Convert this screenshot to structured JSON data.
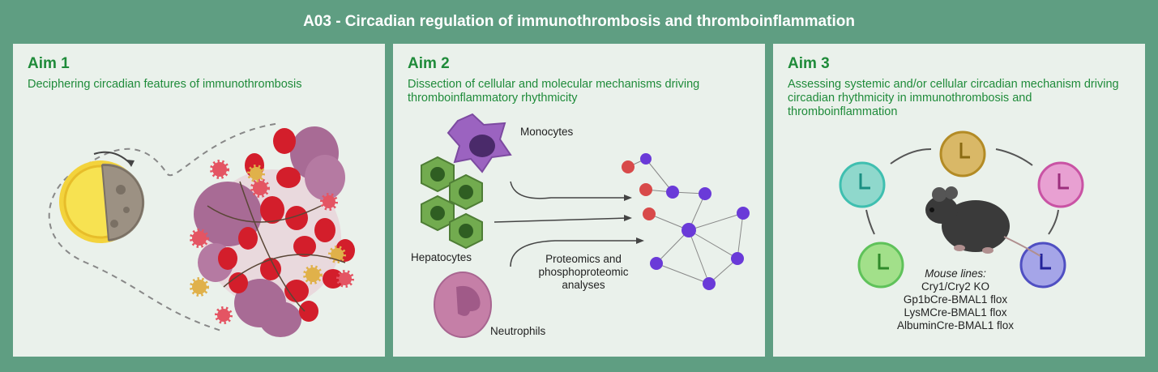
{
  "title": "A03 - Circadian regulation of immunothrombosis and thromboinflammation",
  "aims": [
    {
      "label": "Aim 1",
      "description": "Deciphering circadian features of immunothrombosis"
    },
    {
      "label": "Aim 2",
      "description": "Dissection of cellular and molecular mechanisms driving thromboinflammatory rhythmicity",
      "labels": {
        "monocytes": "Monocytes",
        "hepatocytes": "Hepatocytes",
        "neutrophils": "Neutrophils",
        "proteomics_line1": "Proteomics and",
        "proteomics_line2": "phosphoproteomic",
        "proteomics_line3": "analyses"
      }
    },
    {
      "label": "Aim 3",
      "description": "Assessing systemic and/or cellular circadian mechanism driving circadian rhythmicity in immunothrombosis and thromboinflammation",
      "mouse_lines_title": "Mouse lines:",
      "mouse_lines": [
        "Cry1/Cry2 KO",
        "Gp1bCre-BMAL1 flox",
        "LysMCre-BMAL1 flox",
        "AlbuminCre-BMAL1 flox"
      ]
    }
  ],
  "colors": {
    "background": "#5f9e82",
    "panel": "#eaf1eb",
    "accent_text": "#1f8b3a",
    "clock_top": "#c9a23a",
    "clock_left": "#3fbfb0",
    "clock_right": "#c953a4",
    "clock_bottom_left": "#5fc25a",
    "clock_bottom_right": "#4f4fc2"
  }
}
